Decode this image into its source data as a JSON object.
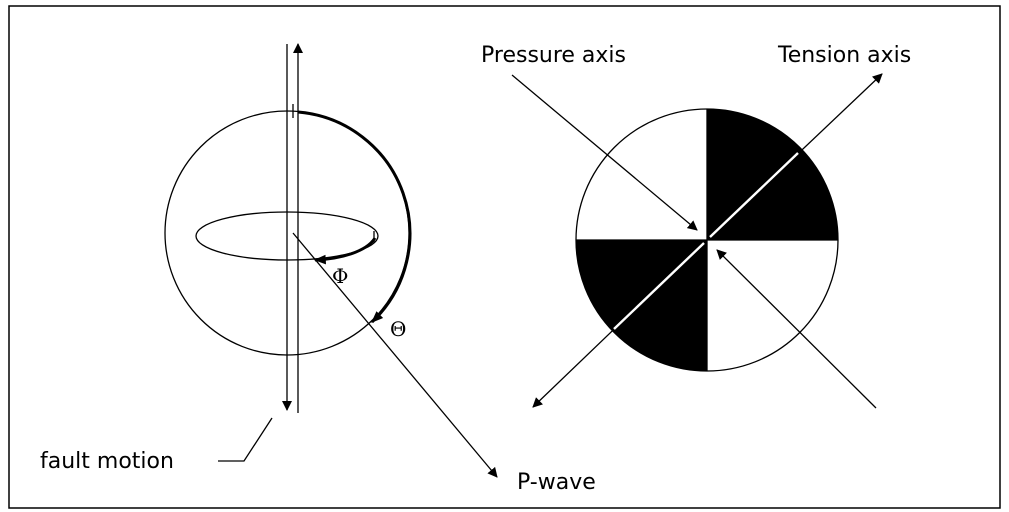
{
  "diagram": {
    "labels": {
      "pressure_axis": "Pressure axis",
      "tension_axis": "Tension axis",
      "fault_motion": "fault motion",
      "p_wave": "P-wave",
      "phi": "Φ",
      "theta": "Θ"
    },
    "colors": {
      "ink": "#000000",
      "paper": "#ffffff"
    }
  }
}
